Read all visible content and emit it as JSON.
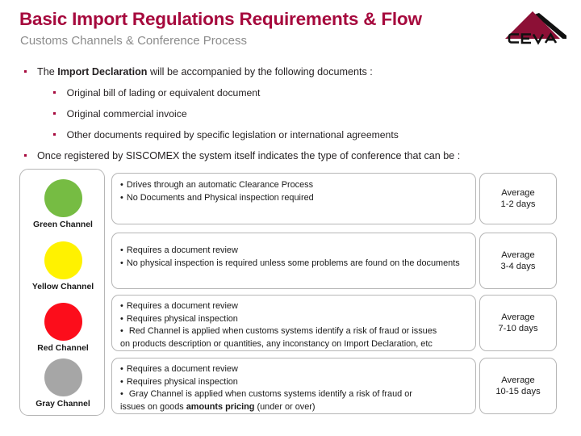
{
  "header": {
    "title": "Basic Import Regulations Requirements & Flow",
    "subtitle": "Customs Channels & Conference Process",
    "title_color": "#A6093D",
    "subtitle_color": "#8C8C8C",
    "logo_name": "CEVA",
    "logo_color": "#8C1036"
  },
  "bullets": {
    "level1_a_pre": "The ",
    "level1_a_bold": "Import Declaration",
    "level1_a_post": " will be accompanied by the following documents :",
    "level2": [
      "Original bill of lading or equivalent document",
      "Original commercial invoice",
      "Other documents required by specific legislation or international agreements"
    ],
    "level1_b": "Once registered by SISCOMEX the system itself indicates the type of conference that can be :"
  },
  "channels": [
    {
      "label": "Green Channel",
      "color": "#76BC43",
      "icon": "green-circle"
    },
    {
      "label": "Yellow Channel",
      "color": "#FFF200",
      "icon": "yellow-circle"
    },
    {
      "label": "Red Channel",
      "color": "#FC0D1B",
      "icon": "red-circle"
    },
    {
      "label": "Gray Channel",
      "color": "#A6A6A6",
      "icon": "gray-circle"
    }
  ],
  "descriptions": [
    {
      "lines": [
        {
          "bullet": "•",
          "text": "Drives through an automatic Clearance Process"
        },
        {
          "bullet": "•",
          "text": "No Documents and Physical inspection required"
        }
      ]
    },
    {
      "lines": [
        {
          "bullet": "•",
          "text": "Requires a document review"
        },
        {
          "bullet": "•",
          "text": "No physical inspection is required unless some problems are found on the documents"
        }
      ]
    },
    {
      "lines": [
        {
          "bullet": "•",
          "text": "Requires a document review"
        },
        {
          "bullet": "•",
          "text": "Requires physical inspection"
        },
        {
          "bullet": "•",
          "text": " Red Channel is applied when customs systems identify a risk of fraud or issues"
        },
        {
          "bullet": "",
          "text": "on products description or quantities, any inconstancy on Import Declaration, etc"
        }
      ]
    },
    {
      "lines": [
        {
          "bullet": "•",
          "text": "Requires a document review"
        },
        {
          "bullet": "•",
          "text": "Requires physical inspection"
        },
        {
          "bullet": "•",
          "text": " Gray Channel is applied when customs systems identify a risk of fraud or"
        },
        {
          "bullet": "",
          "text_pre": "issues on goods ",
          "text_bold": "amounts pricing",
          "text_post": " (under or over)"
        }
      ]
    }
  ],
  "averages": [
    {
      "label": "Average",
      "value": "1-2 days"
    },
    {
      "label": "Average",
      "value": "3-4 days"
    },
    {
      "label": "Average",
      "value": "7-10 days"
    },
    {
      "label": "Average",
      "value": "10-15 days"
    }
  ]
}
